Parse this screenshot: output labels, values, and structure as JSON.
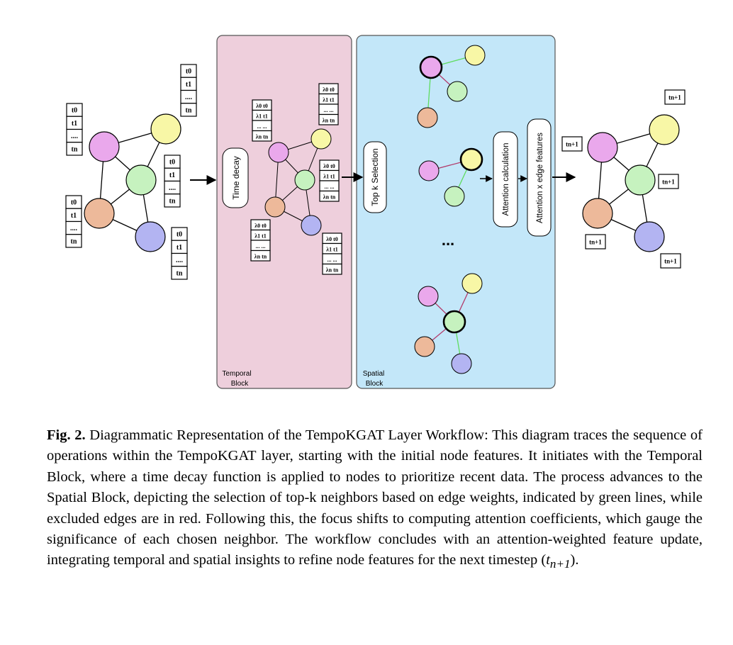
{
  "temporal_block": {
    "label_line1": "Temporal",
    "label_line2": "Block",
    "fill": "#eecfdc",
    "process": "Time decay"
  },
  "spatial_block": {
    "label_line1": "Spatial",
    "label_line2": "Block",
    "fill": "#c3e7f9",
    "process": "Top k Selection",
    "step_attention": "Attention calculation",
    "step_edge": "Attention x edge features",
    "ellipsis": "..."
  },
  "feature_list": [
    "t0",
    "t1",
    "....",
    "tn"
  ],
  "decay_list": [
    "λ0 t0",
    "λ1 t1",
    "... ...",
    "λn tn"
  ],
  "output_label": "tn+1",
  "colors": {
    "node_pink": "#eaa8ec",
    "node_yellow": "#f8f7a6",
    "node_green": "#c6f2bf",
    "node_orange": "#edb99a",
    "node_blue": "#b3b4f2",
    "edge_selected": "#5fdc5f",
    "edge_excluded": "#b23a6a"
  },
  "caption": {
    "label": "Fig. 2.",
    "text": "Diagrammatic Representation of the TempoKGAT Layer Workflow: This diagram traces the sequence of operations within the TempoKGAT layer, starting with the initial node features. It initiates with the Temporal Block, where a time decay function is applied to nodes to prioritize recent data. The process advances to the Spatial Block, depicting the selection of top-k neighbors based on edge weights, indicated by green lines, while excluded edges are in red. Following this, the focus shifts to computing attention coefficients, which gauge the significance of each chosen neighbor. The workflow concludes with an attention-weighted feature update, integrating temporal and spatial insights to refine node features for the next timestep",
    "math_var": "t",
    "math_sub": "n+1",
    "end": ")."
  }
}
